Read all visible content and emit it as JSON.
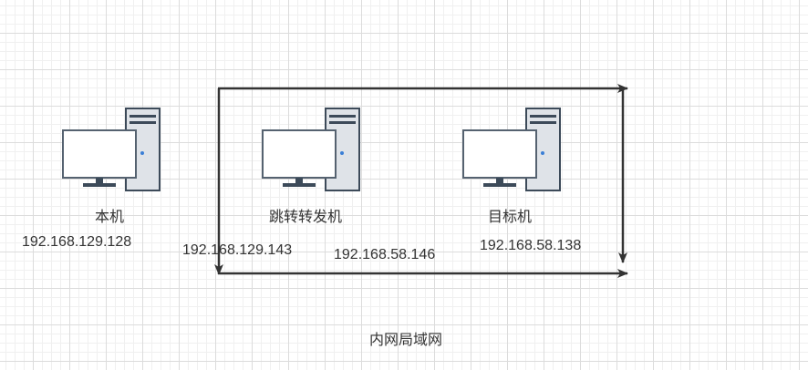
{
  "nodes": {
    "local": {
      "name": "本机",
      "ip": "192.168.129.128"
    },
    "jump": {
      "name": "跳转转发机",
      "ip_a": "192.168.129.143",
      "ip_b": "192.168.58.146"
    },
    "target": {
      "name": "目标机",
      "ip": "192.168.58.138"
    }
  },
  "network_label": "内网局域网",
  "icons": {
    "computer": "desktop-computer-icon"
  },
  "colors": {
    "arrow": "#333333",
    "monitor_fill": "#ffffff",
    "monitor_stroke": "#556270",
    "tower_fill": "#dfe3e8",
    "tower_dark": "#3c4a59",
    "led": "#3b7fd6"
  }
}
